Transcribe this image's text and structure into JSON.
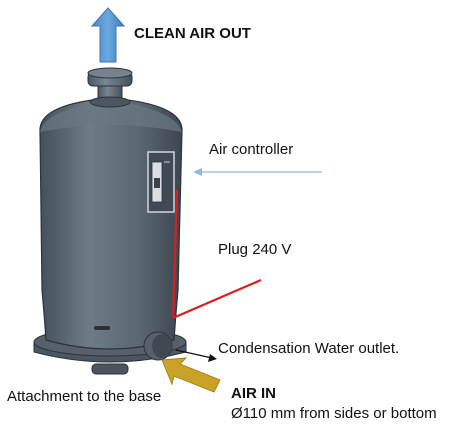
{
  "labels": {
    "clean_air_out": "CLEAN AIR OUT",
    "air_controller": "Air controller",
    "plug": "Plug 240 V",
    "condensation": "Condensation Water outlet.",
    "attachment": "Attachment to the base",
    "air_in": "AIR IN",
    "air_in_spec": "Ø110 mm from sides or bottom"
  },
  "colors": {
    "body": "#5e6a75",
    "body_dark": "#3f4953",
    "body_light": "#7f8b96",
    "outline": "#2c333a",
    "arrow_out": "#5b9bd5",
    "arrow_in": "#c9a227",
    "controller_line": "#8fb8de",
    "plug_cable": "#d62020"
  }
}
